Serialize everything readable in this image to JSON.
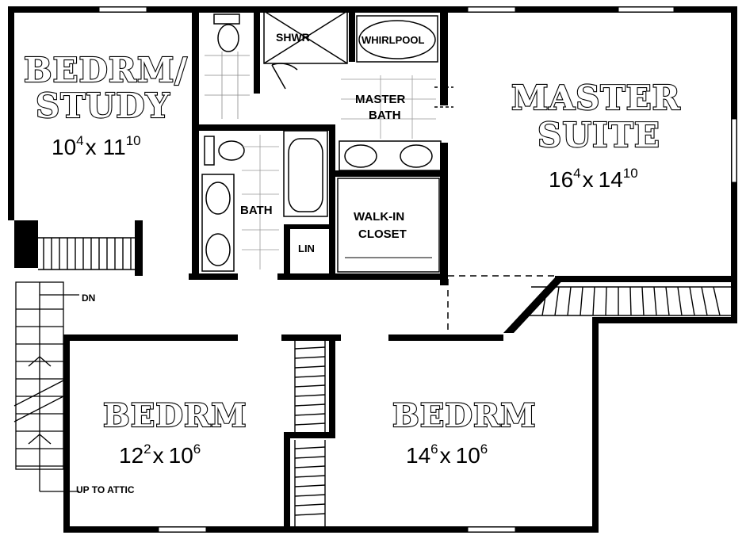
{
  "rooms": {
    "bedrm_study": {
      "name_line1": "BEDRM/",
      "name_line2": "STUDY",
      "dim_w": "10",
      "dim_w_sup": "4",
      "dim_h": "11",
      "dim_h_sup": "10"
    },
    "master_suite": {
      "name_line1": "MASTER",
      "name_line2": "SUITE",
      "dim_w": "16",
      "dim_w_sup": "4",
      "dim_h": "14",
      "dim_h_sup": "10"
    },
    "bedrm_left": {
      "name": "BEDRM",
      "dim_w": "12",
      "dim_w_sup": "2",
      "dim_h": "10",
      "dim_h_sup": "6"
    },
    "bedrm_right": {
      "name": "BEDRM",
      "dim_w": "14",
      "dim_w_sup": "6",
      "dim_h": "10",
      "dim_h_sup": "6"
    }
  },
  "labels": {
    "shower": "SHWR",
    "whirlpool": "WHIRLPOOL",
    "master_bath_1": "MASTER",
    "master_bath_2": "BATH",
    "bath": "BATH",
    "walk_in_1": "WALK-IN",
    "walk_in_2": "CLOSET",
    "linen": "LIN",
    "stair_down": "DN",
    "attic": "UP TO ATTIC",
    "dim_separator": "x"
  }
}
